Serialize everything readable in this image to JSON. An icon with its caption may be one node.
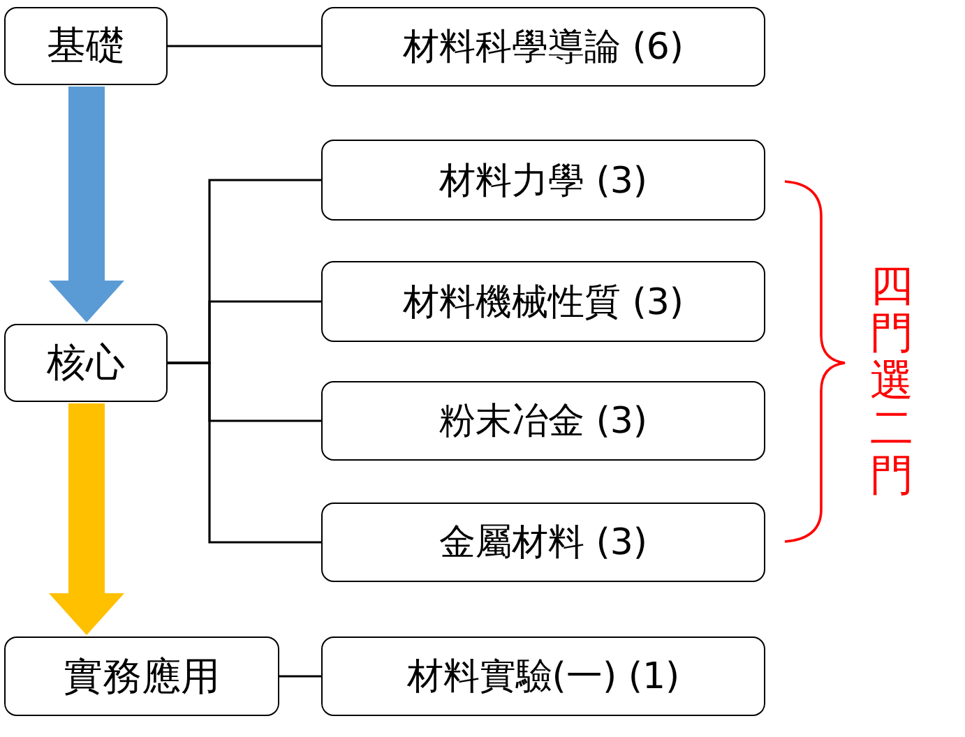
{
  "diagram": {
    "nodes": [
      {
        "text": [
          "基礎"
        ]
      },
      {
        "text": [
          "材料科學導論 (6)"
        ]
      },
      {
        "text": [
          "核心"
        ]
      },
      {
        "text": [
          "材料力學 (3)"
        ]
      },
      {
        "text": [
          "材料機械性質 (3)"
        ]
      },
      {
        "text": [
          "粉末冶金 (3)"
        ]
      },
      {
        "text": [
          "金屬材料 (3)"
        ]
      },
      {
        "text": [
          "實務應用"
        ]
      },
      {
        "text": [
          "材料實驗(一) (1)"
        ]
      }
    ],
    "edges": [
      {
        "from": 0,
        "to": 1,
        "arrow": "none"
      },
      {
        "from": 0,
        "to": 2,
        "arrow": "to",
        "style": "thick",
        "color": "#5b9bd5"
      },
      {
        "from": 2,
        "to": 3,
        "arrow": "none"
      },
      {
        "from": 2,
        "to": 4,
        "arrow": "none"
      },
      {
        "from": 2,
        "to": 5,
        "arrow": "none"
      },
      {
        "from": 2,
        "to": 6,
        "arrow": "none"
      },
      {
        "from": 2,
        "to": 7,
        "arrow": "to",
        "style": "thick",
        "color": "#ffc000"
      },
      {
        "from": 7,
        "to": 8,
        "arrow": "none"
      }
    ],
    "labels": [
      "四門選二門"
    ]
  }
}
